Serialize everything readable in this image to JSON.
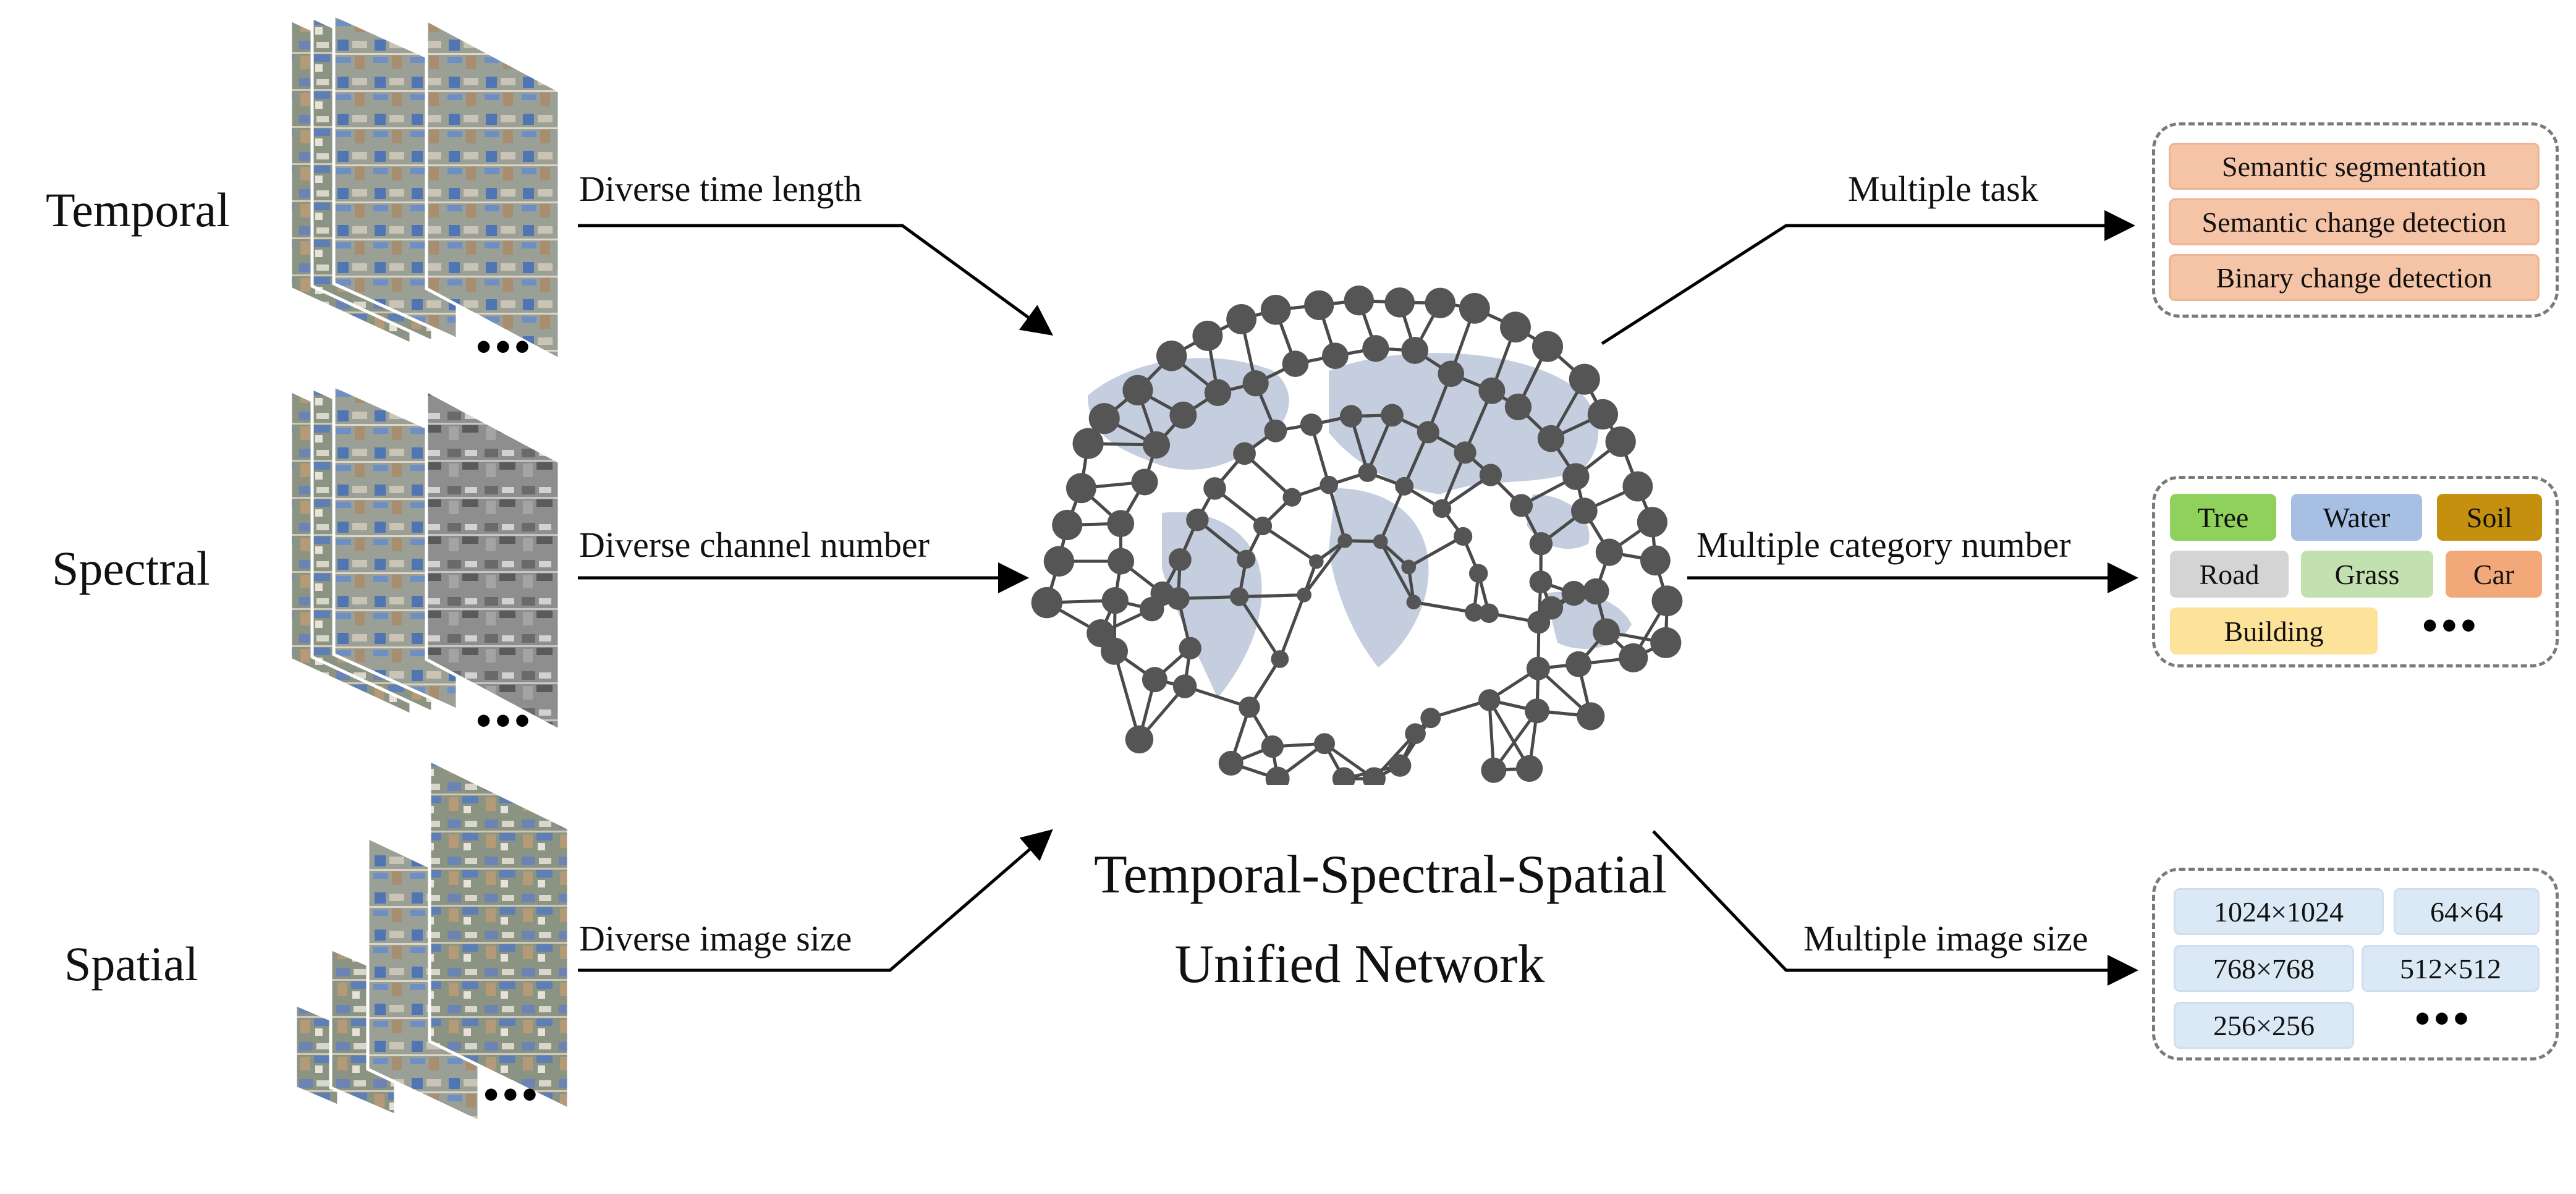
{
  "rows": {
    "temporal": {
      "label": "Temporal",
      "edge_label": "Diverse time length"
    },
    "spectral": {
      "label": "Spectral",
      "edge_label": "Diverse channel number"
    },
    "spatial": {
      "label": "Spatial",
      "edge_label": "Diverse image size"
    }
  },
  "ellipsis": "•••",
  "center": {
    "title_line1": "Temporal-Spectral-Spatial",
    "title_line2": "Unified Network"
  },
  "outputs": {
    "task": {
      "edge_label": "Multiple task",
      "items": [
        "Semantic segmentation",
        "Semantic change detection",
        "Binary change detection"
      ]
    },
    "category": {
      "edge_label": "Multiple category number",
      "items": [
        {
          "label": "Tree",
          "color": "#8fd15a"
        },
        {
          "label": "Water",
          "color": "#a7bfe3"
        },
        {
          "label": "Soil",
          "color": "#c5900e"
        },
        {
          "label": "Road",
          "color": "#d4d4d4"
        },
        {
          "label": "Grass",
          "color": "#c3e0b0"
        },
        {
          "label": "Car",
          "color": "#f2a878"
        },
        {
          "label": "Building",
          "color": "#fde39a"
        }
      ]
    },
    "size": {
      "edge_label": "Multiple image size",
      "items": [
        "1024×1024",
        "64×64",
        "768×768",
        "512×512",
        "256×256"
      ]
    }
  },
  "colors": {
    "globe_land": "#c5cedf",
    "network_line": "#4a4a4a",
    "network_node": "#555555",
    "tile_primary": "#8a9a8c",
    "tile_building": "#5d7fb5",
    "dashed_border": "#7a7a7a"
  }
}
